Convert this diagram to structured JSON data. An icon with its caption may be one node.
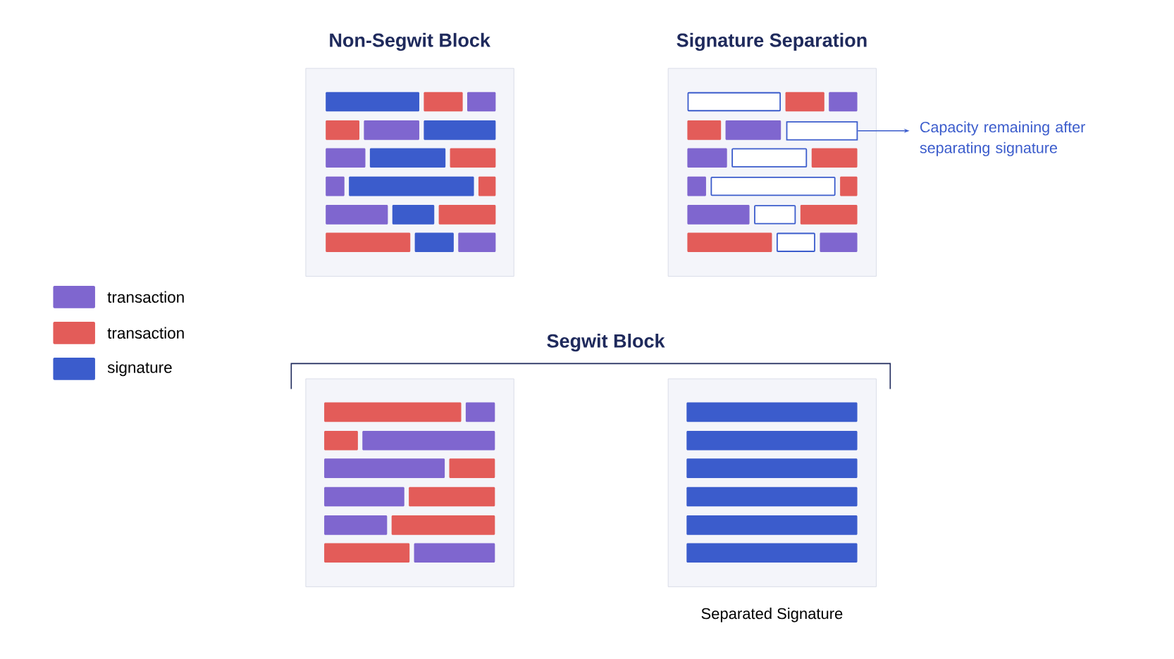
{
  "diagram": {
    "nodes": [
      {
        "text": [
          "Non-Segwit Block"
        ]
      },
      {
        "text": [
          "Signature Separation"
        ]
      },
      {
        "text": [
          "Capacity remaining after separating signature"
        ]
      },
      {
        "text": [],
        "shape": "box",
        "in": 1
      },
      {
        "text": [],
        "shape": "box"
      },
      {
        "text": [],
        "shape": "box",
        "beside": [
          "Separated Signature"
        ]
      }
    ],
    "edges": [
      {
        "from": 3,
        "to": 2,
        "arrow": "to"
      }
    ],
    "labels": [
      "Segwit Block"
    ],
    "legend": [
      {
        "text": "transaction",
        "color": "#7f66cf"
      },
      {
        "text": "transaction",
        "color": "#e35c59"
      },
      {
        "text": "signature",
        "color": "#3b5ccc"
      }
    ]
  }
}
